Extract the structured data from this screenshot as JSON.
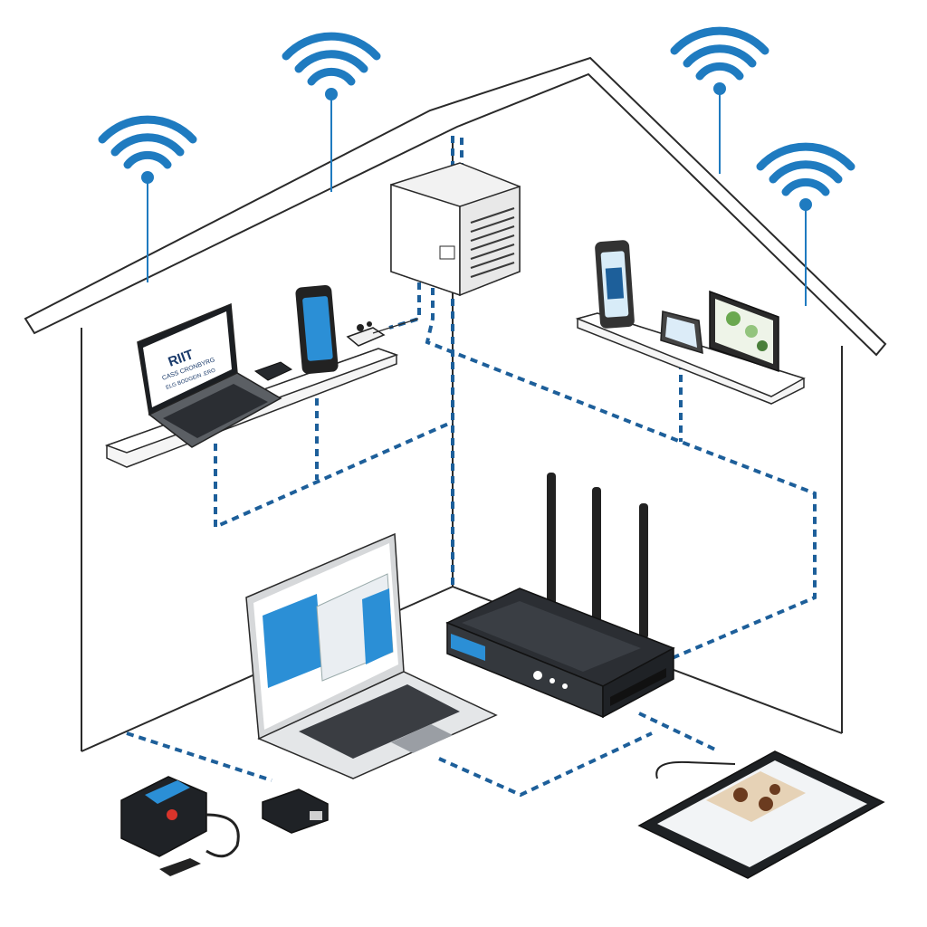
{
  "colors": {
    "outline": "#2a2a2a",
    "wifi": "#1f7bc0",
    "link": "#1d5f9a",
    "device_dark": "#26292d",
    "screen_blue": "#2b8fd6",
    "shelf": "#f5f5f5",
    "server": "#f2f2f2"
  },
  "laptop_screen": {
    "line1": "RIIT",
    "line2": "CASS CRONBYRG",
    "line3": "ELG BODGEIN .ERO"
  },
  "icons": [
    "wifi-icon",
    "router-icon",
    "server-icon",
    "laptop-icon",
    "phone-icon",
    "tablet-icon",
    "camera-icon",
    "photo-frame-icon",
    "hub-icon",
    "media-player-icon"
  ]
}
